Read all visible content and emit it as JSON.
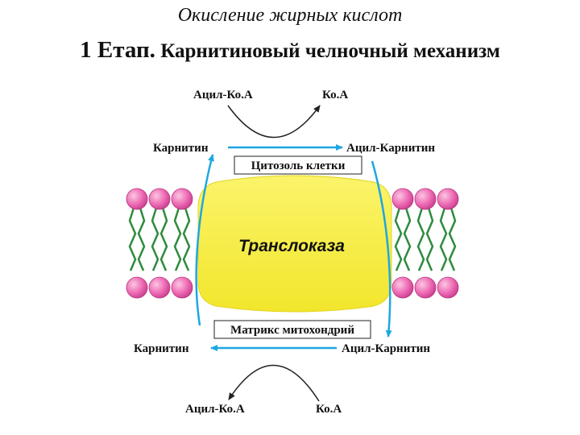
{
  "title": {
    "main": "Окисление жирных кислот",
    "stage": "1 Етап.",
    "subtitle": "Карнитиновый челночный механизм"
  },
  "diagram": {
    "top": {
      "acyl_coa": "Ацил-Ко.А",
      "coa": "Ко.А",
      "carnitine": "Карнитин",
      "acyl_carnitine": "Ацил-Карнитин",
      "compartment": "Цитозоль клетки"
    },
    "center": {
      "transporter": "Транслоказа"
    },
    "bottom": {
      "compartment": "Матрикс митохондрий",
      "carnitine": "Карнитин",
      "acyl_carnitine": "Ацил-Карнитин",
      "acyl_coa": "Ацил-Ко.А",
      "coa": "Ко.А"
    }
  },
  "colors": {
    "transporter_fill": "#f7ee3c",
    "lipid_head": "#ee6ab4",
    "lipid_tail": "#2e8b3e",
    "arrow_blue": "#1ea7e0",
    "arrow_dark": "#222222"
  },
  "icons": [
    "lipid-bilayer",
    "transporter-protein",
    "arrow"
  ]
}
